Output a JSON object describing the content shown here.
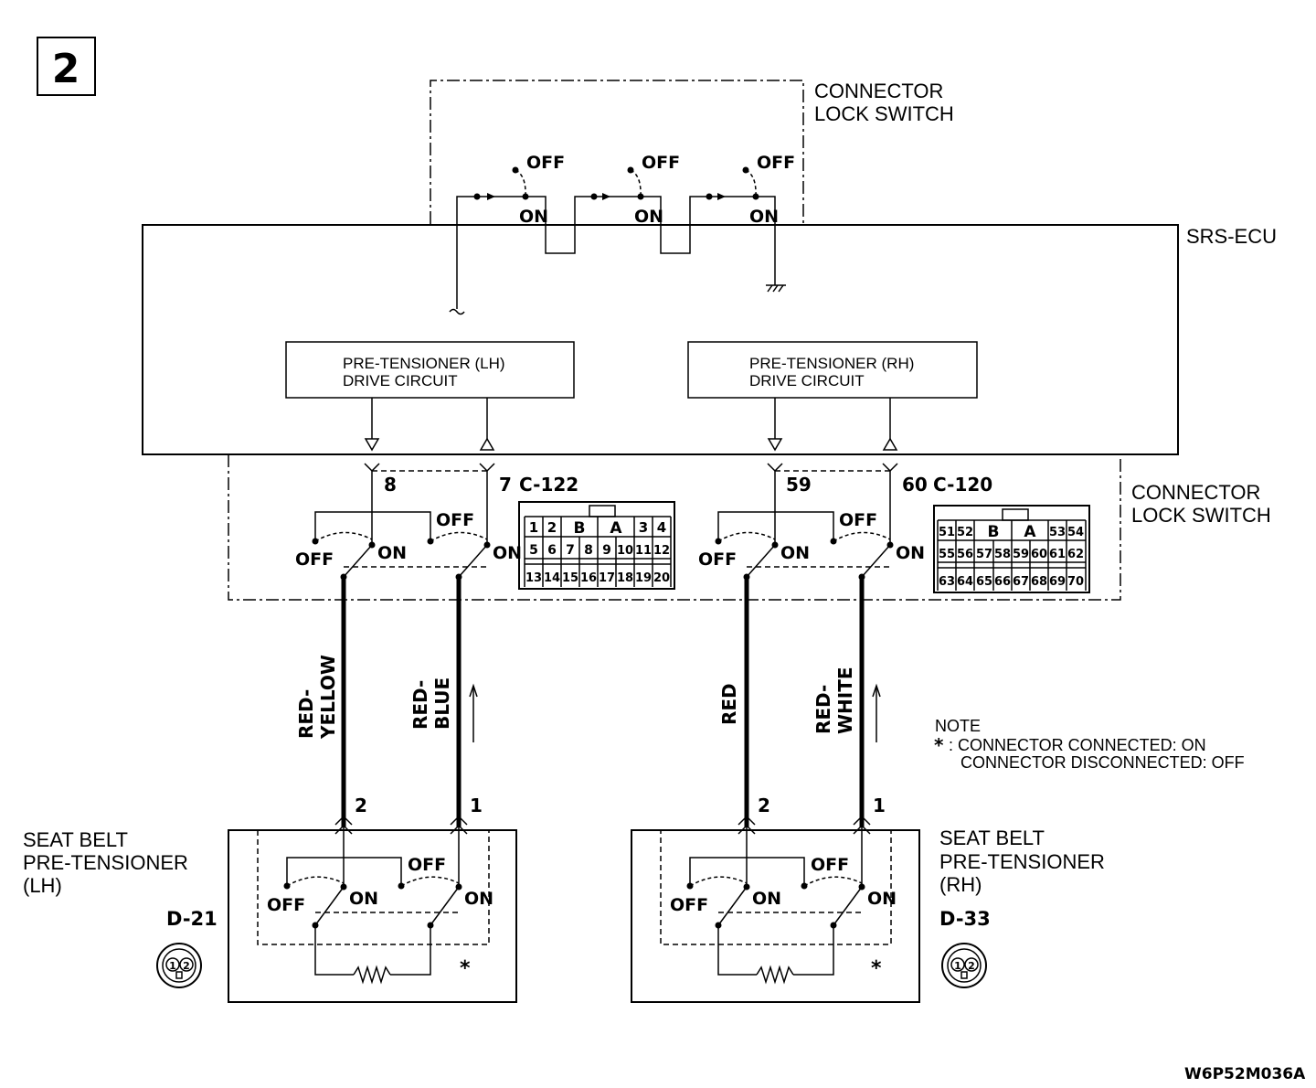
{
  "diagram_number": "2",
  "connector_lock_switch_top": [
    "CONNECTOR",
    "LOCK SWITCH"
  ],
  "connector_lock_switch_mid": [
    "CONNECTOR",
    "LOCK SWITCH"
  ],
  "srs_ecu": "SRS-ECU",
  "switch_labels": {
    "off": "OFF",
    "on": "ON"
  },
  "drive_circuit_lh": [
    "PRE-TENSIONER (LH)",
    "DRIVE CIRCUIT"
  ],
  "drive_circuit_rh": [
    "PRE-TENSIONER (RH)",
    "DRIVE CIRCUIT"
  ],
  "terminals": {
    "t8": "8",
    "t7": "7",
    "t59": "59",
    "t60": "60",
    "c122": "C-122",
    "c120": "C-120"
  },
  "connector_c122": {
    "row1": [
      "1",
      "2",
      "B",
      "A",
      "3",
      "4"
    ],
    "row2": [
      "5",
      "6",
      "7",
      "8",
      "9",
      "10",
      "11",
      "12"
    ],
    "row3": [
      "13",
      "14",
      "15",
      "16",
      "17",
      "18",
      "19",
      "20"
    ]
  },
  "connector_c120": {
    "row1": [
      "51",
      "52",
      "B",
      "A",
      "53",
      "54"
    ],
    "row2": [
      "55",
      "56",
      "57",
      "58",
      "59",
      "60",
      "61",
      "62"
    ],
    "row3": [
      "63",
      "64",
      "65",
      "66",
      "67",
      "68",
      "69",
      "70"
    ]
  },
  "wires": {
    "red_yellow": [
      "RED-",
      "YELLOW"
    ],
    "red_blue": [
      "RED-",
      "BLUE"
    ],
    "red": "RED",
    "red_white": [
      "RED-",
      "WHITE"
    ]
  },
  "pins": {
    "lh_2": "2",
    "lh_1": "1",
    "rh_2": "2",
    "rh_1": "1"
  },
  "note": {
    "title": "NOTE",
    "star": "*",
    "line1": ": CONNECTOR CONNECTED: ON",
    "line2": "CONNECTOR DISCONNECTED: OFF"
  },
  "seat_belt_lh": [
    "SEAT BELT",
    "PRE-TENSIONER",
    "(LH)"
  ],
  "seat_belt_rh": [
    "SEAT BELT",
    "PRE-TENSIONER",
    "(RH)"
  ],
  "connector_ids": {
    "lh": "D-21",
    "rh": "D-33"
  },
  "connector_icon_pins": [
    "1",
    "2"
  ],
  "asterisk": "*",
  "figure_code": "W6P52M036A"
}
